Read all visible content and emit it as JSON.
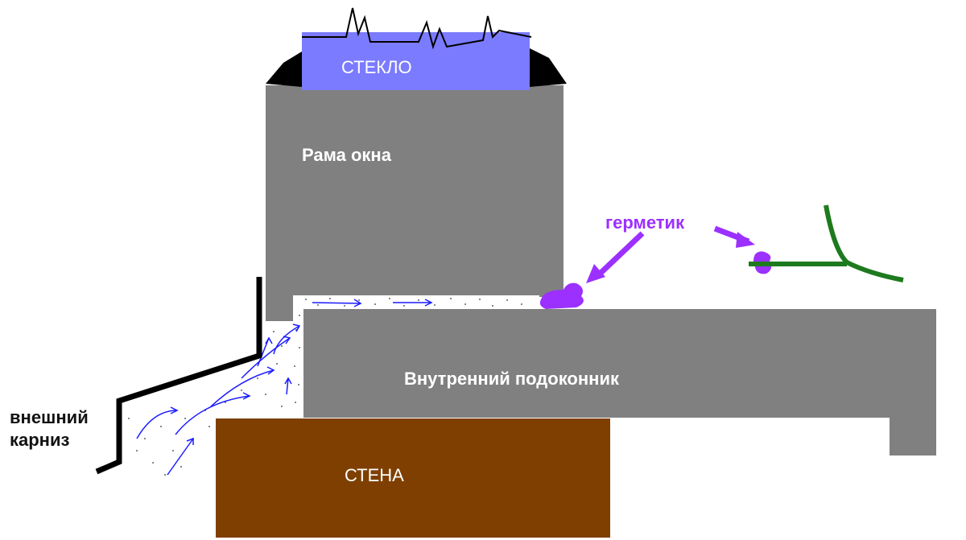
{
  "labels": {
    "glass": "СТЕКЛО",
    "frame": "Рама окна",
    "sealant": "герметик",
    "inner_sill": "Внутренний подоконник",
    "wall": "СТЕНА",
    "outer_cornice_line1": "внешний",
    "outer_cornice_line2": "карниз"
  },
  "colors": {
    "frame_gray": "#808080",
    "glass_blue": "#7b7bff",
    "wall_brown": "#7f3f00",
    "sealant_purple": "#9b30ff",
    "plant_green": "#1e7a1e",
    "airflow_blue": "#1c1cff",
    "cornice_black": "#000000"
  }
}
